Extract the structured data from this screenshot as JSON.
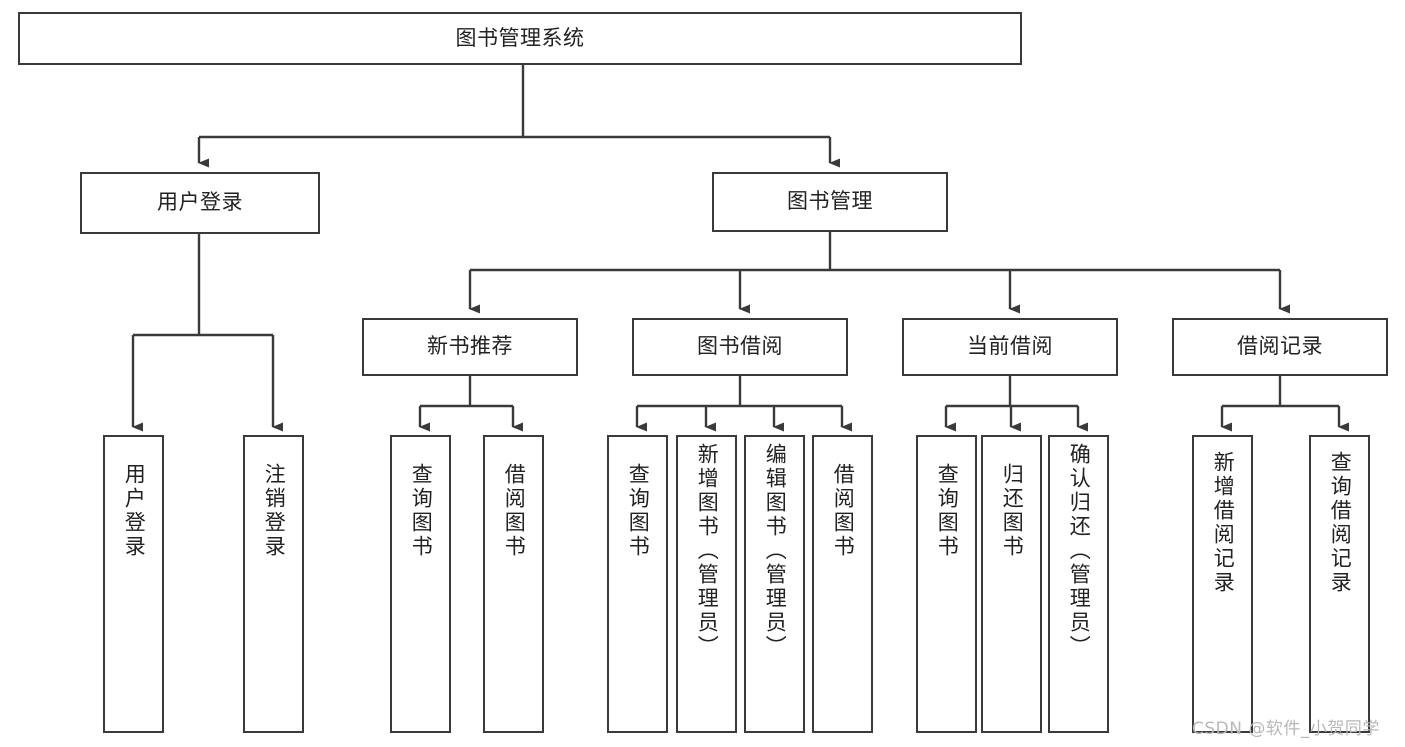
{
  "diagram": {
    "type": "tree-hierarchy-flowchart",
    "title": "图书管理系统",
    "watermark": "CSDN @软件_小贺同学",
    "colors": {
      "stroke": "#3a3a3a",
      "fill": "#ffffff",
      "text": "#222222",
      "watermark": "#b8b8b8"
    },
    "nodes": {
      "root": {
        "label": "图书管理系统"
      },
      "level2": [
        {
          "label": "用户登录"
        },
        {
          "label": "图书管理"
        }
      ],
      "level3": [
        {
          "label": "新书推荐"
        },
        {
          "label": "图书借阅"
        },
        {
          "label": "当前借阅"
        },
        {
          "label": "借阅记录"
        }
      ],
      "leaves": {
        "user_login": [
          {
            "label": "用户登录"
          },
          {
            "label": "注销登录"
          }
        ],
        "new_book": [
          {
            "label": "查询图书"
          },
          {
            "label": "借阅图书"
          }
        ],
        "book_borrow": [
          {
            "label": "查询图书"
          },
          {
            "label": "新增图书（管理员）"
          },
          {
            "label": "编辑图书（管理员）"
          },
          {
            "label": "借阅图书"
          }
        ],
        "current_borrow": [
          {
            "label": "查询图书"
          },
          {
            "label": "归还图书"
          },
          {
            "label": "确认归还（管理员）"
          }
        ],
        "borrow_record": [
          {
            "label": "新增借阅记录"
          },
          {
            "label": "查询借阅记录"
          }
        ]
      }
    }
  }
}
